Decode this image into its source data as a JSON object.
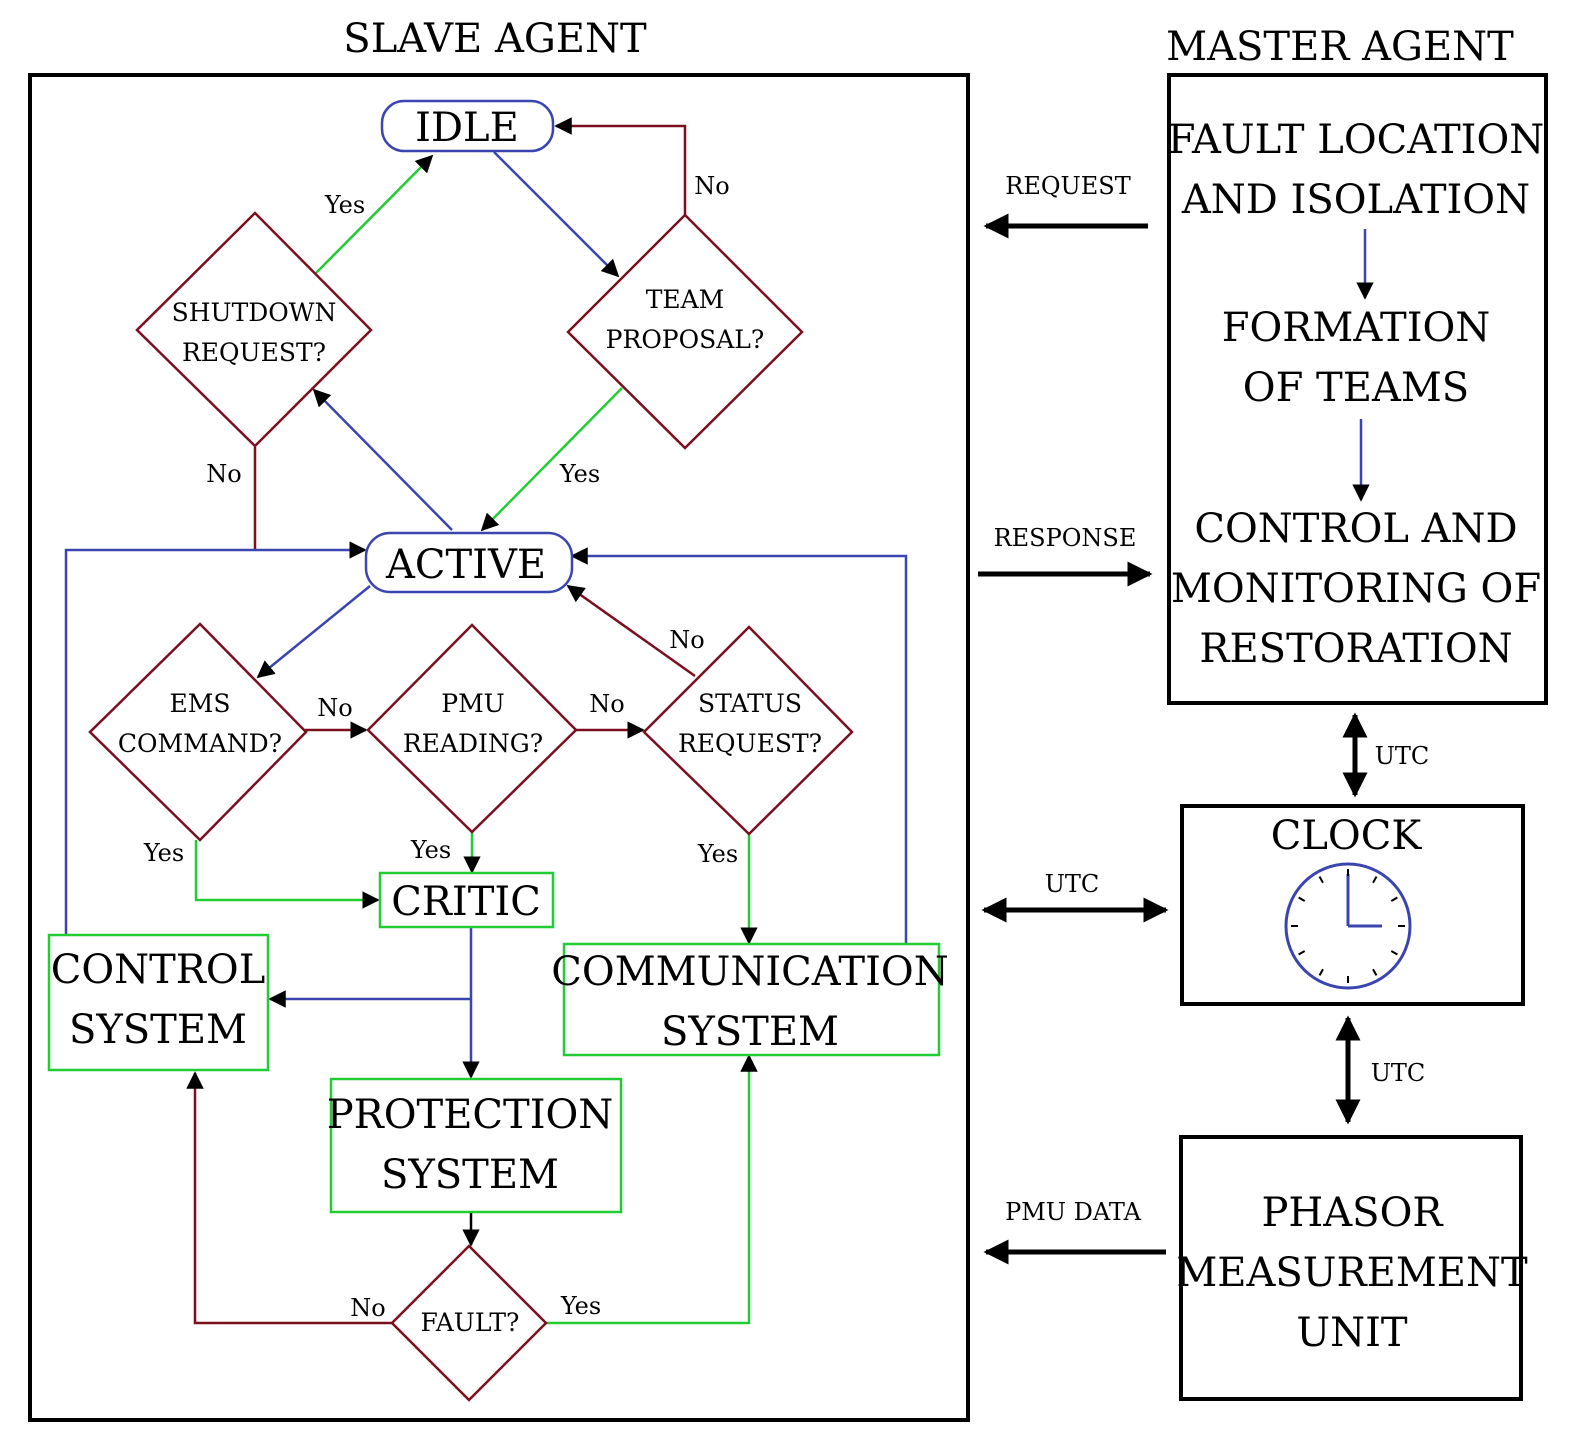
{
  "titles": {
    "slave": "SLAVE AGENT",
    "master": "MASTER AGENT"
  },
  "states": {
    "idle": "IDLE",
    "active": "ACTIVE",
    "critic": "CRITIC"
  },
  "decisions": {
    "shutdown": [
      "SHUTDOWN",
      "REQUEST?"
    ],
    "team": [
      "TEAM",
      "PROPOSAL?"
    ],
    "ems": [
      "EMS",
      "COMMAND?"
    ],
    "pmu": [
      "PMU",
      "READING?"
    ],
    "status": [
      "STATUS",
      "REQUEST?"
    ],
    "fault": "FAULT?"
  },
  "systems": {
    "control": [
      "CONTROL",
      "SYSTEM"
    ],
    "communication": [
      "COMMUNICATION",
      "SYSTEM"
    ],
    "protection": [
      "PROTECTION",
      "SYSTEM"
    ]
  },
  "edge_labels": {
    "yes": "Yes",
    "no": "No"
  },
  "master_tasks": [
    [
      "FAULT LOCATION",
      "AND ISOLATION"
    ],
    [
      "FORMATION",
      "OF TEAMS"
    ],
    [
      "CONTROL AND",
      "MONITORING OF",
      "RESTORATION"
    ]
  ],
  "clock": {
    "label": "CLOCK",
    "icon": "clock-icon"
  },
  "pmu_unit": [
    "PHASOR",
    "MEASUREMENT",
    "UNIT"
  ],
  "links": {
    "request": "REQUEST",
    "response": "RESPONSE",
    "utc": "UTC",
    "pmu_data": "PMU DATA"
  },
  "colors": {
    "blue": "#3a45b0",
    "red": "#7a0f1e",
    "green": "#22cc33",
    "black": "#000000"
  }
}
